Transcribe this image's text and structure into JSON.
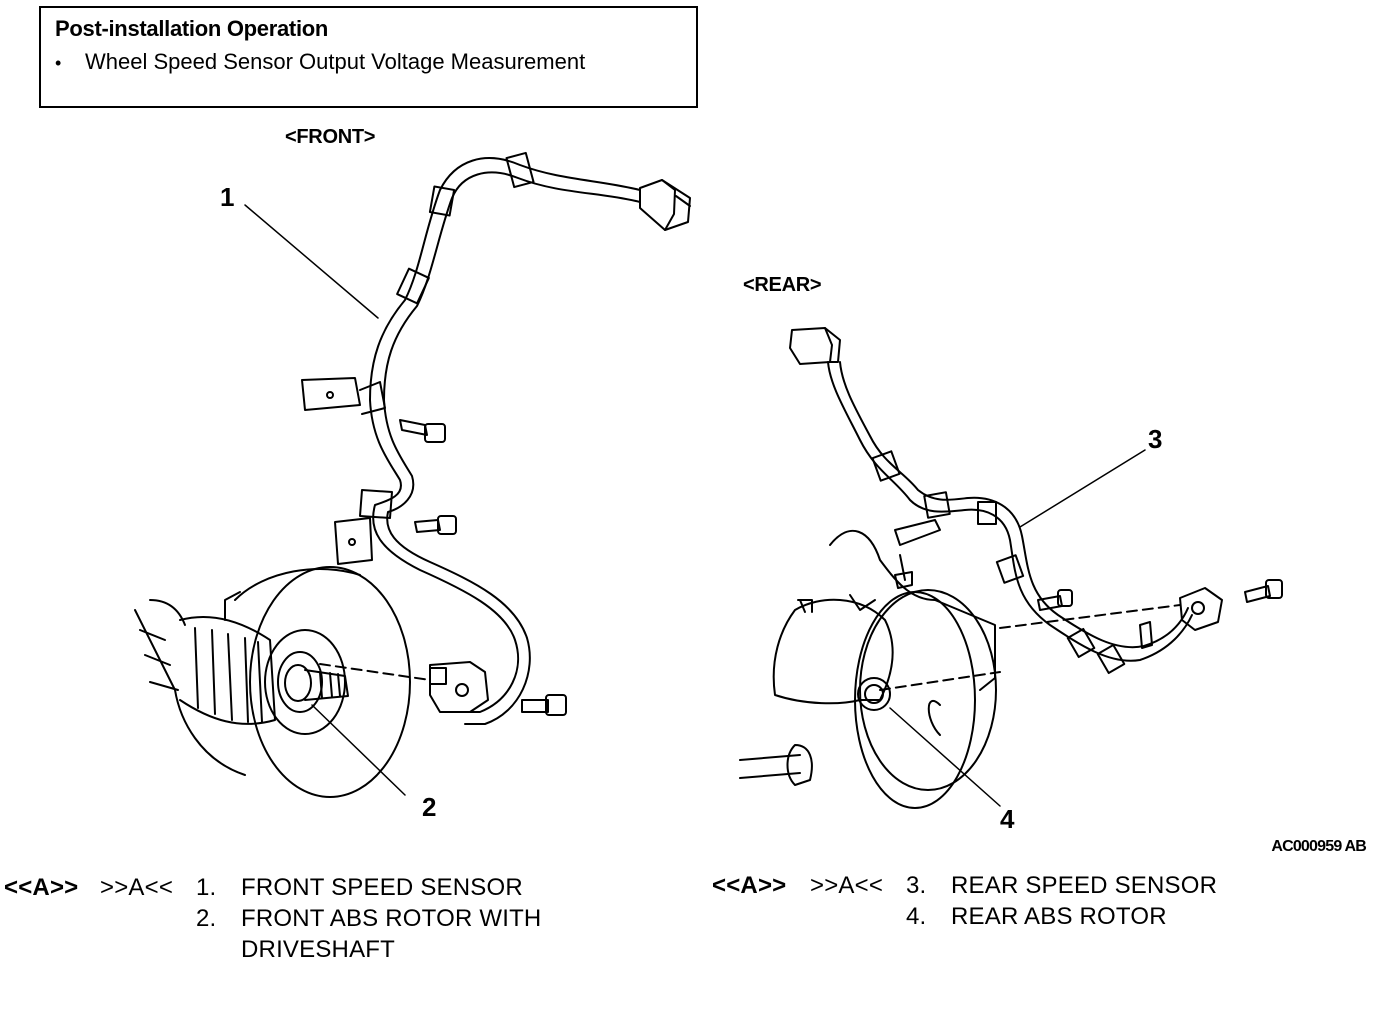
{
  "info_box": {
    "title": "Post-installation Operation",
    "bullet": "•",
    "item": "Wheel Speed Sensor Output Voltage Measurement"
  },
  "front": {
    "label": "<FRONT>",
    "callouts": [
      "1",
      "2"
    ]
  },
  "rear": {
    "label": "<REAR>",
    "callouts": [
      "3",
      "4"
    ]
  },
  "figure_code": "AC000959 AB",
  "legend_left": {
    "tag_removal": "<<A>>",
    "tag_install": ">>A<<",
    "items": [
      {
        "num": "1.",
        "text": "FRONT SPEED SENSOR"
      },
      {
        "num": "2.",
        "text": "FRONT ABS ROTOR WITH"
      },
      {
        "num": "",
        "text": "DRIVESHAFT"
      }
    ]
  },
  "legend_right": {
    "tag_removal": "<<A>>",
    "tag_install": ">>A<<",
    "items": [
      {
        "num": "3.",
        "text": "REAR SPEED SENSOR"
      },
      {
        "num": "4.",
        "text": "REAR ABS ROTOR"
      }
    ]
  }
}
